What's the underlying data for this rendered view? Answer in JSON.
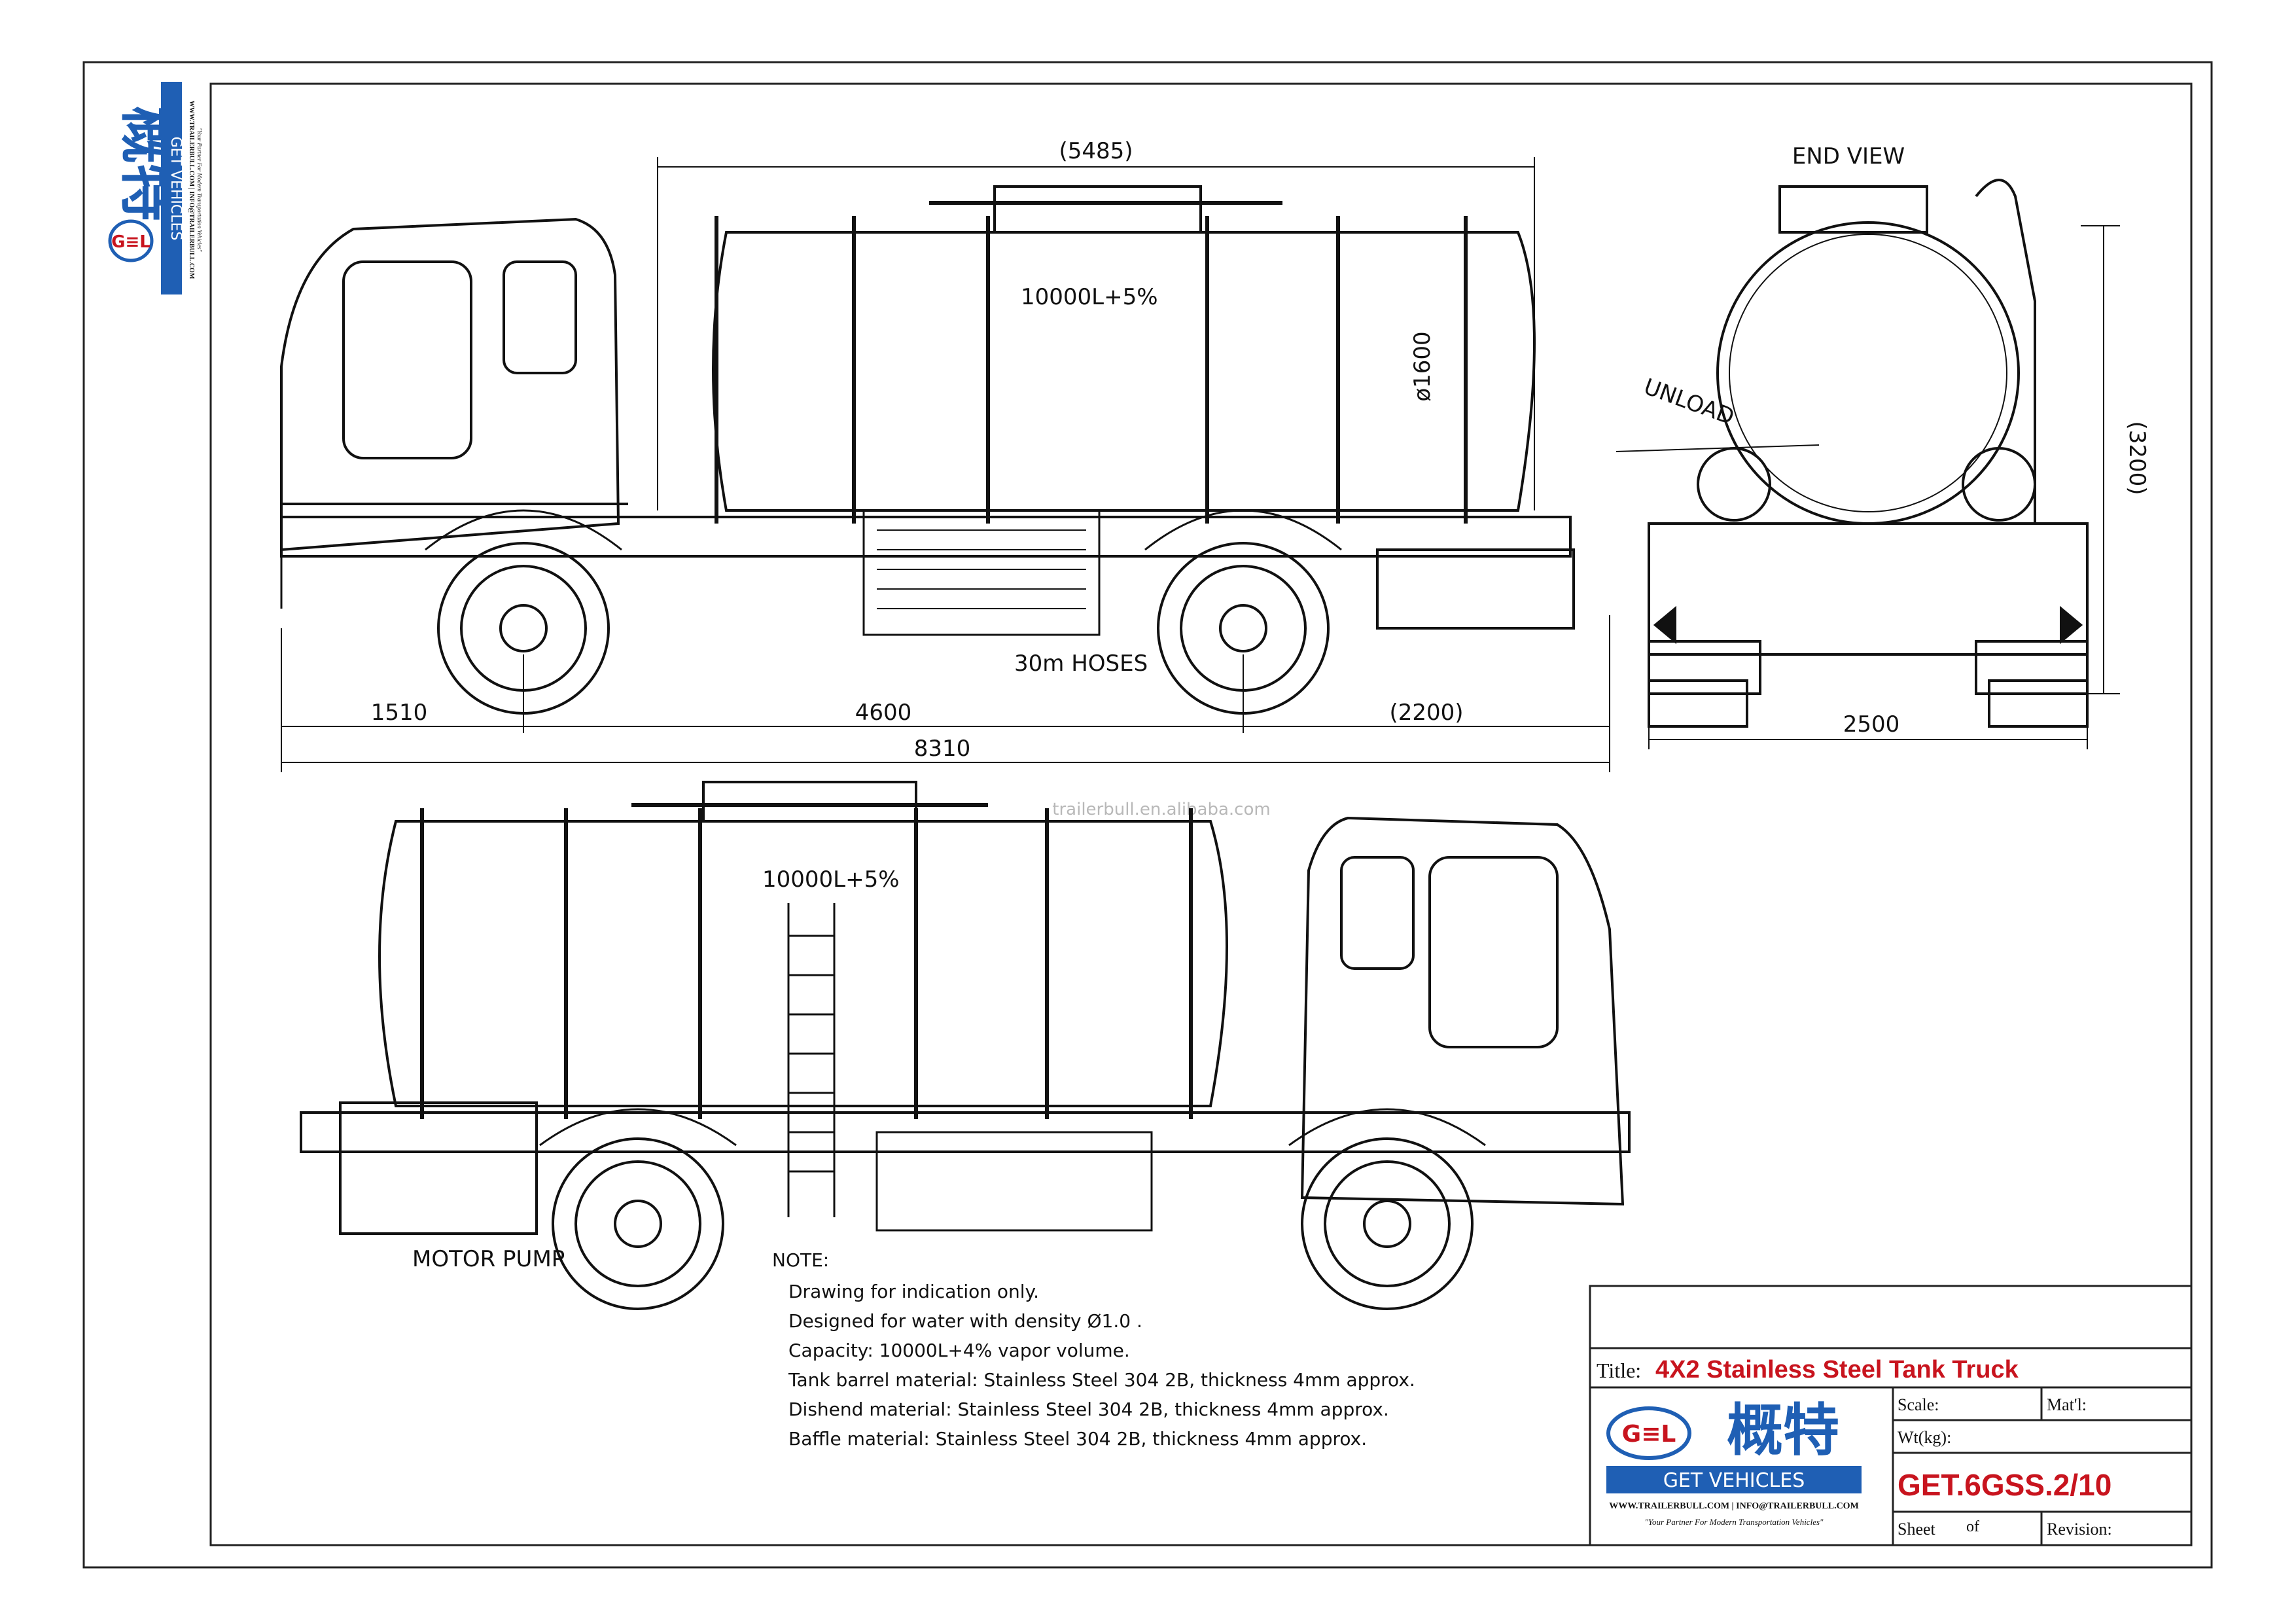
{
  "logo": {
    "chinese": "概特",
    "brand": "GET VEHICLES",
    "badge": "G≡L",
    "contact": "WWW.TRAILERBULL.COM  |  INFO@TRAILERBULL.COM",
    "slogan": "\"Your Partner For Modern Transportation Vehicles\""
  },
  "views": {
    "end_view_label": "END VIEW",
    "capacity_side": "10000L+5%",
    "capacity_top": "10000L+5%",
    "unload_label": "UNLOAD",
    "hoses_label": "30m HOSES",
    "motor_pump_label": "MOTOR PUMP",
    "watermark": "trailerbull.en.alibaba.com"
  },
  "dimensions": {
    "tank_length": "(5485)",
    "tank_diameter": "ø1600",
    "front_overhang": "1510",
    "wheelbase": "4600",
    "rear_overhang": "(2200)",
    "overall_length": "8310",
    "overall_height": "(3200)",
    "overall_width": "2500"
  },
  "notes": {
    "heading": "NOTE:",
    "lines": [
      "Drawing for indication only.",
      "Designed for water with density Ø1.0 .",
      "Capacity: 10000L+4% vapor volume.",
      "Tank barrel material: Stainless Steel 304 2B, thickness 4mm approx.",
      "Dishend material: Stainless Steel 304 2B, thickness 4mm approx.",
      "Baffle material: Stainless Steel 304 2B, thickness 4mm approx."
    ]
  },
  "title_block": {
    "title_label": "Title:",
    "title_value": "4X2 Stainless Steel Tank Truck",
    "scale_label": "Scale:",
    "material_label": "Mat'l:",
    "weight_label": "Wt(kg):",
    "drawing_number": "GET.6GSS.2/10",
    "sheet_label": "Sheet",
    "of_label": "of",
    "revision_label": "Revision:"
  },
  "colors": {
    "line": "#111111",
    "title_red": "#c8141e",
    "brand_blue": "#1f5fb4"
  }
}
